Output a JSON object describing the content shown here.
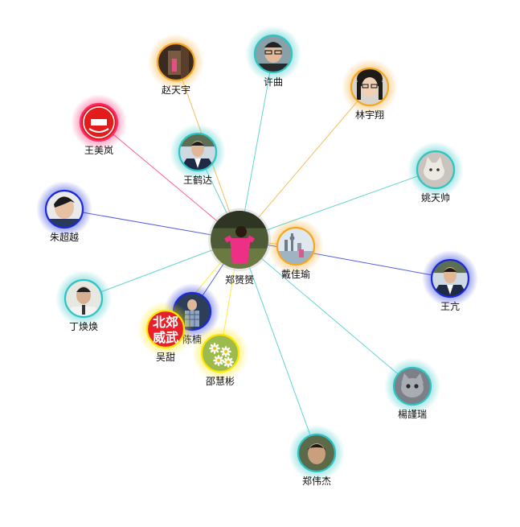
{
  "center": {
    "name": "郑赟赟",
    "ring_color": "#b8b8b8",
    "avatar_icon": "girl-in-pink-photo-icon"
  },
  "friends": [
    {
      "id": "zhao-tianyu",
      "name": "赵天宇",
      "ring_color": "#f5a623",
      "avatar_icon": "doorway-photo-icon"
    },
    {
      "id": "xu-qu",
      "name": "许曲",
      "ring_color": "#2ec4c4",
      "avatar_icon": "man-with-glasses-photo-icon"
    },
    {
      "id": "lin-yuxiang",
      "name": "林宇翔",
      "ring_color": "#f5a623",
      "avatar_icon": "woman-with-glasses-photo-icon"
    },
    {
      "id": "wang-meilan",
      "name": "王美岚",
      "ring_color": "#ff2d6f",
      "avatar_icon": "high-school-badge-icon"
    },
    {
      "id": "wang-heda",
      "name": "王鹤达",
      "ring_color": "#2ec4c4",
      "avatar_icon": "man-in-suit-photo-icon"
    },
    {
      "id": "yao-tianshuai",
      "name": "姚天帅",
      "ring_color": "#2ec4c4",
      "avatar_icon": "kitten-photo-icon"
    },
    {
      "id": "zhu-chaoyue",
      "name": "朱超越",
      "ring_color": "#1a2ad8",
      "avatar_icon": "young-man-photo-icon"
    },
    {
      "id": "dai-jiayu",
      "name": "戴佳瑜",
      "ring_color": "#f5a623",
      "avatar_icon": "city-skyline-photo-icon"
    },
    {
      "id": "wang-kang",
      "name": "王亢",
      "ring_color": "#1a2ad8",
      "avatar_icon": "man-in-suit-photo-icon"
    },
    {
      "id": "ding-huanhuan",
      "name": "丁焕焕",
      "ring_color": "#2ec4c4",
      "avatar_icon": "man-portrait-photo-icon"
    },
    {
      "id": "chen-nan",
      "name": "陈楠",
      "ring_color": "#1a2ad8",
      "avatar_icon": "man-in-plaid-photo-icon"
    },
    {
      "id": "wu-tian",
      "name": "吴甜",
      "ring_color": "#ffe600",
      "avatar_icon": "beijiao-weiwu-logo-icon",
      "logo_text": [
        "北郊",
        "威武"
      ]
    },
    {
      "id": "shao-huibin",
      "name": "邵慧彬",
      "ring_color": "#ffe600",
      "avatar_icon": "daisy-flowers-photo-icon"
    },
    {
      "id": "yang-jinrui",
      "name": "楊謹瑞",
      "ring_color": "#2ec4c4",
      "avatar_icon": "grey-cat-photo-icon"
    },
    {
      "id": "zheng-weijie",
      "name": "郑伟杰",
      "ring_color": "#2ec4c4",
      "avatar_icon": "boy-portrait-photo-icon"
    }
  ]
}
